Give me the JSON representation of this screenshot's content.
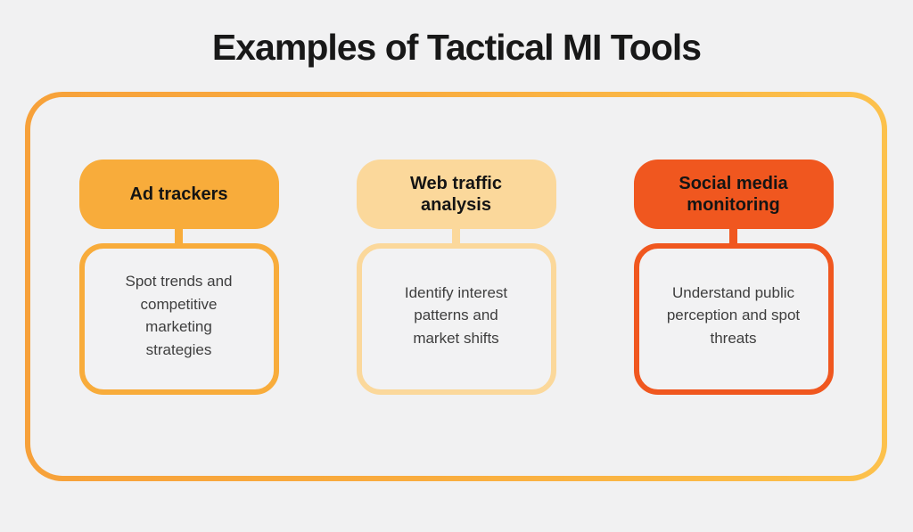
{
  "title": "Examples of Tactical MI Tools",
  "colors": {
    "page_background": "#F1F1F2",
    "container_border_left": "#F7A13A",
    "container_border_right": "#FCC14C",
    "title_text": "#181818",
    "body_text": "#3E3E3E"
  },
  "cards": [
    {
      "id": "ad-trackers",
      "title": "Ad trackers",
      "description": "Spot trends and competitive marketing strategies",
      "accent": "#F8AC3B"
    },
    {
      "id": "web-traffic-analysis",
      "title": "Web traffic analysis",
      "description": "Identify interest patterns and market shifts",
      "accent": "#FBD89B"
    },
    {
      "id": "social-media-monitoring",
      "title": "Social media monitoring",
      "description": "Understand public perception and spot threats",
      "accent": "#F0571F"
    }
  ]
}
